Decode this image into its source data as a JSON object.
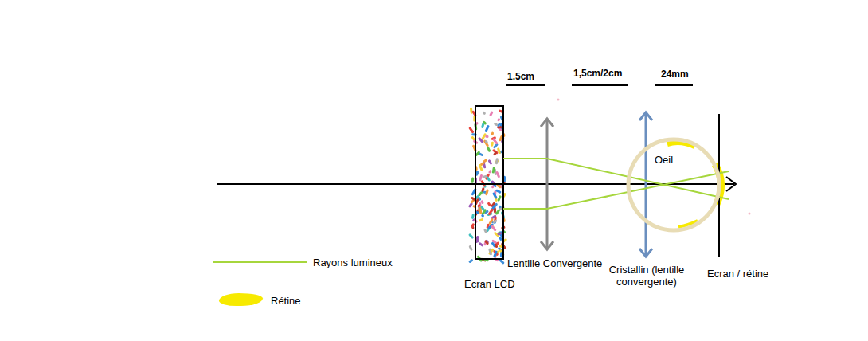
{
  "diagram": {
    "nodes": [
      {
        "text": [
          "Ecran LCD"
        ]
      },
      {
        "text": [
          "Oeil"
        ]
      }
    ],
    "labels": [
      "1.5cm",
      "1,5cm/2cm",
      "24mm",
      "Lentille Convergente",
      "Cristallin (lentille convergente)",
      "Ecran / rétine"
    ],
    "legend": [
      {
        "text": "Rayons lumineux"
      },
      {
        "text": "Rétine",
        "color": "#f7ea00"
      }
    ]
  }
}
